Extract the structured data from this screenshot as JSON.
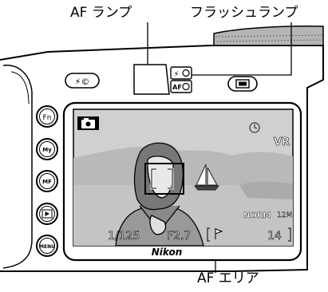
{
  "callouts": {
    "af_lamp": "AF ランプ",
    "flash_lamp": "フラッシュランプ",
    "af_area": "AF エリア"
  },
  "camera": {
    "brand": "Nikon",
    "lamp_labels": {
      "flash": "⚡",
      "af": "AF"
    },
    "flash_mode_button": "⚡©",
    "side_buttons": [
      "Fn",
      "My",
      "MF",
      "▶",
      "MENU"
    ]
  },
  "lcd": {
    "shooting_mode_icon": "camera-icon",
    "vr": "VR",
    "quality": "NORM",
    "image_size": "12M",
    "shutter": "1/125",
    "aperture": "F2.7",
    "remaining_shots": "14"
  }
}
